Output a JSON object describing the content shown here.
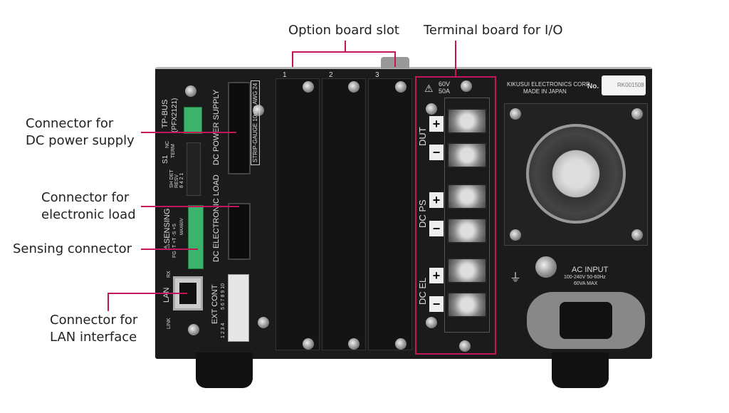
{
  "callouts": {
    "option_slot": "Option board slot",
    "terminal_board": "Terminal board for I/O",
    "dc_power_1": "Connector for",
    "dc_power_2": "DC power supply",
    "eload_1": "Connector for",
    "eload_2": "electronic load",
    "sensing": "Sensing connector",
    "lan_1": "Connector for",
    "lan_2": "LAN interface"
  },
  "panel": {
    "tp_bus": "TP-BUS",
    "tp_model": "(PFX2121)",
    "dc_power_supply": "DC POWER SUPPLY",
    "dc_electronic_load": "DC ELECTRONIC LOAD",
    "strip_gauge": "STRIP-GAUGE",
    "strip_len": "10mm",
    "awg": "AWG 24",
    "s1": "S1",
    "nc": "NC",
    "term": "TERM",
    "sh_det": "SH DET",
    "resv": "RESV",
    "dip_bits": "8 4 2 1",
    "sensing": "⚠SENSING",
    "sensing_pins": "FG -T +T -S +S",
    "max60v": "MAX60V",
    "lan": "LAN",
    "link": "LINK",
    "rx": "RX",
    "ext_cont": "EXT CONT",
    "ext_pins_a": "1 2 3 4",
    "ext_pins_b": "5 6 7 8 9 10"
  },
  "slots": [
    "1",
    "2",
    "3"
  ],
  "terminal": {
    "rating_v": "60V",
    "rating_a": "50A",
    "groups": [
      "DUT",
      "DC PS",
      "DC EL"
    ],
    "plus": "+",
    "minus": "−"
  },
  "rear": {
    "maker": "KIKUSUI ELECTRONICS CORP.",
    "origin": "MADE IN JAPAN",
    "no_label": "No.",
    "serial": "RK001508",
    "ac_input": "AC INPUT",
    "ac_rating": "100-240V 50-60Hz",
    "ac_power": "60VA MAX"
  },
  "colors": {
    "callout": "#c2185b",
    "chassis": "#1b1b1b",
    "connector_green": "#3bb36b"
  }
}
